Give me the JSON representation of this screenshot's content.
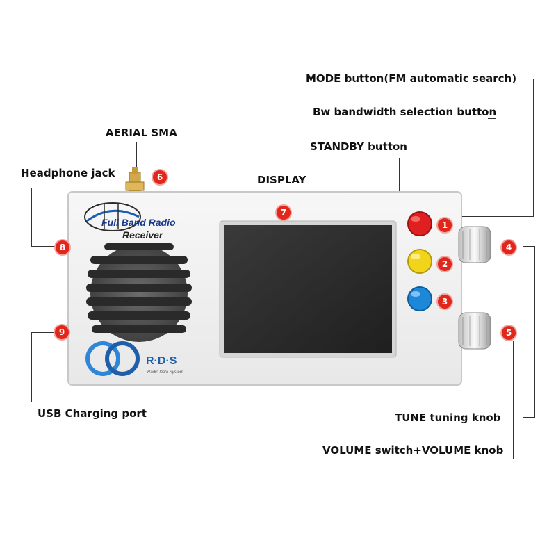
{
  "labels": {
    "mode": "MODE button(FM automatic search)",
    "bw": "Bw bandwidth selection button",
    "aerial": "AERIAL SMA",
    "standby": "STANDBY button",
    "headphone": "Headphone jack",
    "display": "DISPLAY",
    "usb": "USB Charging port",
    "tune": "TUNE tuning knob",
    "volume": "VOLUME switch+VOLUME knob"
  },
  "markers": [
    "1",
    "2",
    "3",
    "4",
    "5",
    "6",
    "7",
    "8",
    "9"
  ],
  "device": {
    "logo_line1": "Full Band Radio",
    "logo_line2": "Receiver",
    "rds_text": "R·D·S",
    "rds_sub": "Radio Data System"
  },
  "colors": {
    "marker": "#e1261c",
    "button_mode": "#e02020",
    "button_bw": "#f2d51a",
    "button_standby": "#1e88d8",
    "screen": "#2a2a2a"
  }
}
